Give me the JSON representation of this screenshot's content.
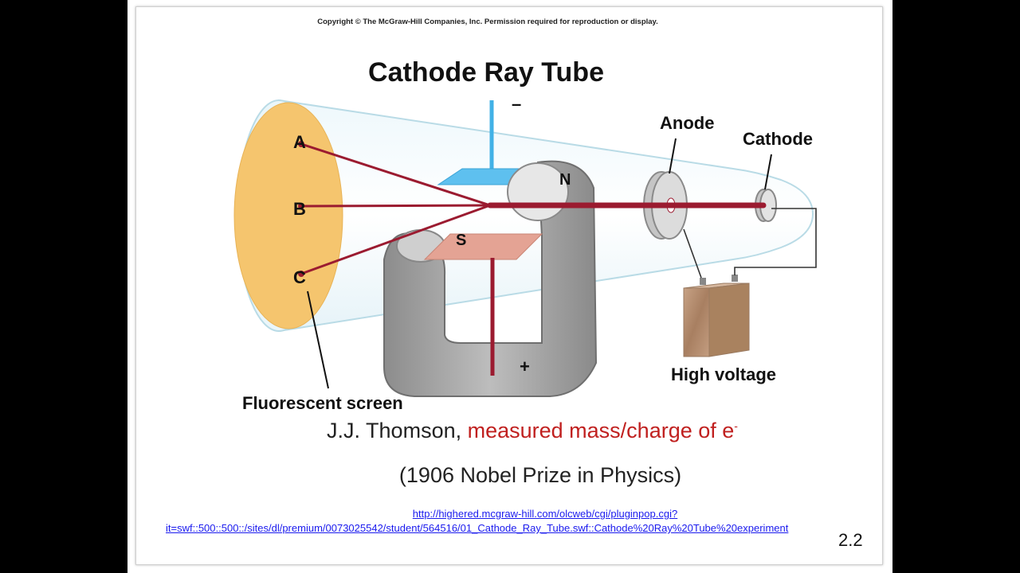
{
  "slide": {
    "top_cut_text": "",
    "copyright": "Copyright © The McGraw-Hill Companies, Inc. Permission required for reproduction or display.",
    "diagram": {
      "title": "Cathode Ray Tube",
      "labels": {
        "a": "A",
        "b": "B",
        "c": "C",
        "n": "N",
        "s": "S",
        "minus": "–",
        "plus": "+",
        "anode": "Anode",
        "cathode": "Cathode",
        "high_voltage": "High voltage",
        "fluorescent_screen": "Fluorescent screen"
      }
    },
    "caption": {
      "name": "J.J. Thomson, ",
      "highlight": "measured mass/charge of e",
      "superscript": "-",
      "award": "(1906 Nobel Prize in Physics)"
    },
    "link": {
      "line1": "http://highered.mcgraw-hill.com/olcweb/cgi/pluginpop.cgi?",
      "line2": "it=swf::500::500::/sites/dl/premium/0073025542/student/564516/01_Cathode_Ray_Tube.swf::Cathode%20Ray%20Tube%20experiment"
    },
    "slide_number": "2.2"
  },
  "colors": {
    "beam": "#9b1b30",
    "screen": "#f5c56e",
    "plate_top": "#5ec0ef",
    "plate_bottom": "#e4a394",
    "magnet": "#a5a5a5",
    "battery": "#b58d6f",
    "link": "#1a1aee",
    "highlight": "#c0201f"
  }
}
